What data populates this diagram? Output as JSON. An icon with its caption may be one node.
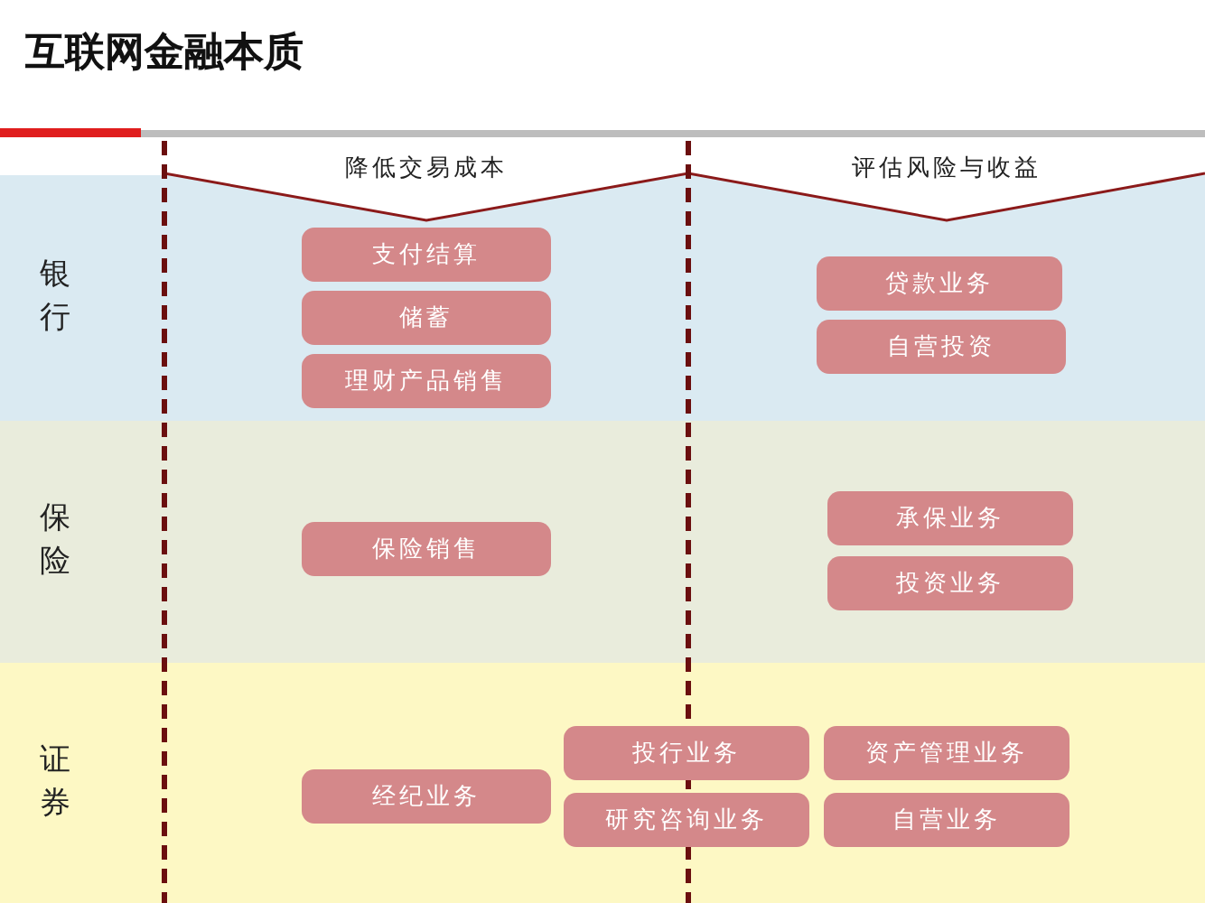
{
  "diagram": {
    "title": "互联网金融本质",
    "nodes": [
      {
        "text": [
          "降低交易成本"
        ]
      },
      {
        "text": [
          "评估风险与收益"
        ]
      },
      {
        "text": [
          "银行"
        ]
      },
      {
        "text": [
          "支付结算"
        ],
        "in": 2
      },
      {
        "text": [
          "储蓄"
        ],
        "in": 2
      },
      {
        "text": [
          "理财产品销售"
        ],
        "in": 2
      },
      {
        "text": [
          "贷款业务"
        ],
        "in": 2
      },
      {
        "text": [
          "自营投资"
        ],
        "in": 2
      },
      {
        "text": [
          "保险"
        ]
      },
      {
        "text": [
          "保险销售"
        ],
        "in": 8
      },
      {
        "text": [
          "承保业务"
        ],
        "in": 8
      },
      {
        "text": [
          "投资业务"
        ],
        "in": 8
      },
      {
        "text": [
          "证券"
        ]
      },
      {
        "text": [
          "投行业务"
        ],
        "in": 12
      },
      {
        "text": [
          "资产管理业务"
        ],
        "in": 12
      },
      {
        "text": [
          "经纪业务"
        ],
        "in": 12
      },
      {
        "text": [
          "研究咨询业务"
        ],
        "in": 12
      },
      {
        "text": [
          "自营业务"
        ],
        "in": 12
      }
    ]
  }
}
